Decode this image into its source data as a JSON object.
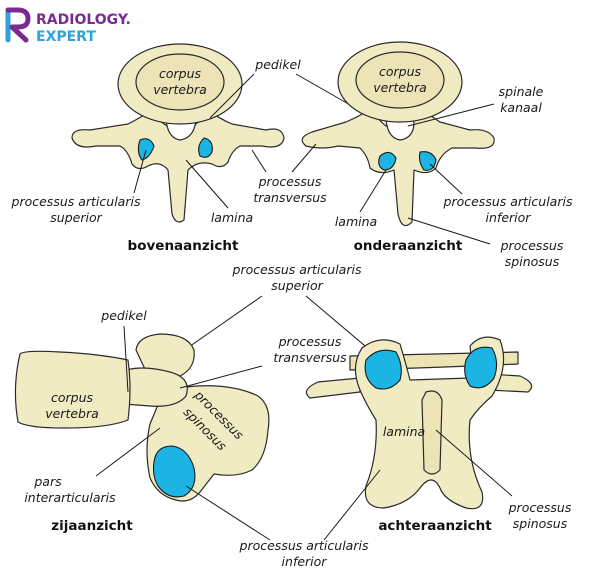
{
  "brand": {
    "line1": "RADIOLOGY.",
    "line2": "EXPERT",
    "primary_color": "#7a2b8f",
    "accent_color": "#2ea3d9"
  },
  "colors": {
    "bone": "#f1ebc3",
    "articular_surface": "#1cb4e3",
    "outline": "#2a2a2a"
  },
  "views": {
    "top": {
      "title": "bovenaanzicht",
      "labels": {
        "corpus_1": "corpus",
        "corpus_2": "vertebra",
        "pedikel": "pedikel",
        "proc_art_sup_1": "processus articularis",
        "proc_art_sup_2": "superior",
        "lamina": "lamina"
      }
    },
    "bottom": {
      "title": "onderaanzicht",
      "labels": {
        "corpus_1": "corpus",
        "corpus_2": "vertebra",
        "spinale_1": "spinale",
        "spinale_2": "kanaal",
        "proc_trans_1": "processus",
        "proc_trans_2": "transversus",
        "lamina": "lamina",
        "proc_art_inf_1": "processus articularis",
        "proc_art_inf_2": "inferior",
        "proc_spin_1": "processus",
        "proc_spin_2": "spinosus"
      }
    },
    "side": {
      "title": "zijaanzicht",
      "labels": {
        "pedikel": "pedikel",
        "corpus_1": "corpus",
        "corpus_2": "vertebra",
        "proc_spin_1": "processus",
        "proc_spin_2": "spinosus",
        "pars_1": "pars",
        "pars_2": "interarticularis"
      }
    },
    "back": {
      "title": "achteraanzicht",
      "labels": {
        "lamina": "lamina",
        "proc_spin_1": "processus",
        "proc_spin_2": "spinosus"
      }
    }
  },
  "shared_labels": {
    "proc_art_sup_1": "processus articularis",
    "proc_art_sup_2": "superior",
    "proc_trans_1": "processus",
    "proc_trans_2": "transversus",
    "proc_art_inf_1": "processus articularis",
    "proc_art_inf_2": "inferior"
  }
}
